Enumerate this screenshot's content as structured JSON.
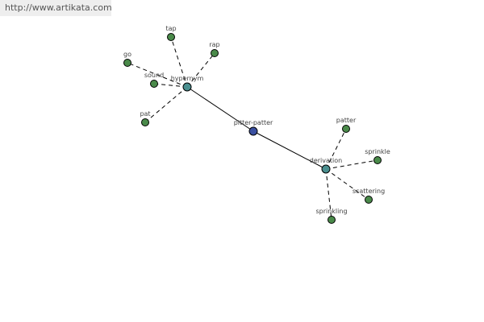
{
  "watermark": "http://www.artikata.com",
  "colors": {
    "leaf_node": "#4a8a4a",
    "hub_node": "#4a8f8f",
    "center_node": "#3a4fa0"
  },
  "graph": {
    "center": {
      "label": "pitter-patter",
      "kind": "center"
    },
    "hubs": [
      {
        "id": "hypernym",
        "label": "hypernym",
        "kind": "hub",
        "leaves": [
          "tap",
          "rap",
          "go",
          "sound",
          "pat"
        ]
      },
      {
        "id": "derivation",
        "label": "derivation",
        "kind": "hub",
        "leaves": [
          "patter",
          "sprinkle",
          "scattering",
          "sprinkling"
        ]
      }
    ]
  }
}
